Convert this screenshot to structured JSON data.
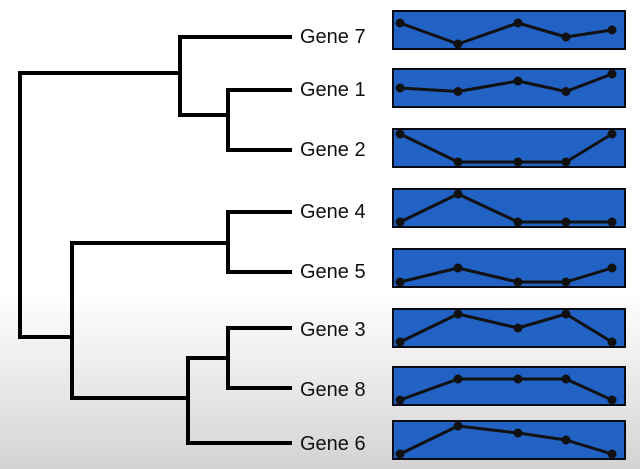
{
  "leaf_order": [
    "Gene 7",
    "Gene 1",
    "Gene 2",
    "Gene 4",
    "Gene 5",
    "Gene 3",
    "Gene 8",
    "Gene 6"
  ],
  "genes": [
    {
      "label": "Gene 7",
      "profile": [
        4,
        1,
        4,
        2,
        3
      ]
    },
    {
      "label": "Gene 1",
      "profile": [
        3,
        2.5,
        4,
        2.5,
        5
      ]
    },
    {
      "label": "Gene 2",
      "profile": [
        5,
        1,
        1,
        1,
        5
      ]
    },
    {
      "label": "Gene 4",
      "profile": [
        1,
        5,
        1,
        1,
        1
      ]
    },
    {
      "label": "Gene 5",
      "profile": [
        1,
        3,
        1,
        1,
        3
      ]
    },
    {
      "label": "Gene 3",
      "profile": [
        1,
        5,
        3,
        5,
        1
      ]
    },
    {
      "label": "Gene 8",
      "profile": [
        1,
        4,
        4,
        4,
        1
      ]
    },
    {
      "label": "Gene 6",
      "profile": [
        1,
        5,
        4,
        3,
        1
      ]
    }
  ],
  "dendrogram": [
    {
      "left": "Gene 1",
      "right": "Gene 2"
    },
    {
      "left": "Gene 7",
      "right": "Gene 1+Gene 2"
    },
    {
      "left": "Gene 4",
      "right": "Gene 5"
    },
    {
      "left": "Gene 3",
      "right": "Gene 8"
    },
    {
      "left": "Gene 3+Gene 8",
      "right": "Gene 6"
    },
    {
      "left": "Gene 4+Gene 5",
      "right": "Gene 3+Gene 8+Gene 6"
    },
    {
      "left": "Gene 7+Gene 1+Gene 2",
      "right": "Gene 4+Gene 5+Gene 3+Gene 8+Gene 6"
    }
  ],
  "colors": {
    "profile_bg": "#2262c4",
    "profile_line": "#111111",
    "tree_line": "#000000"
  }
}
